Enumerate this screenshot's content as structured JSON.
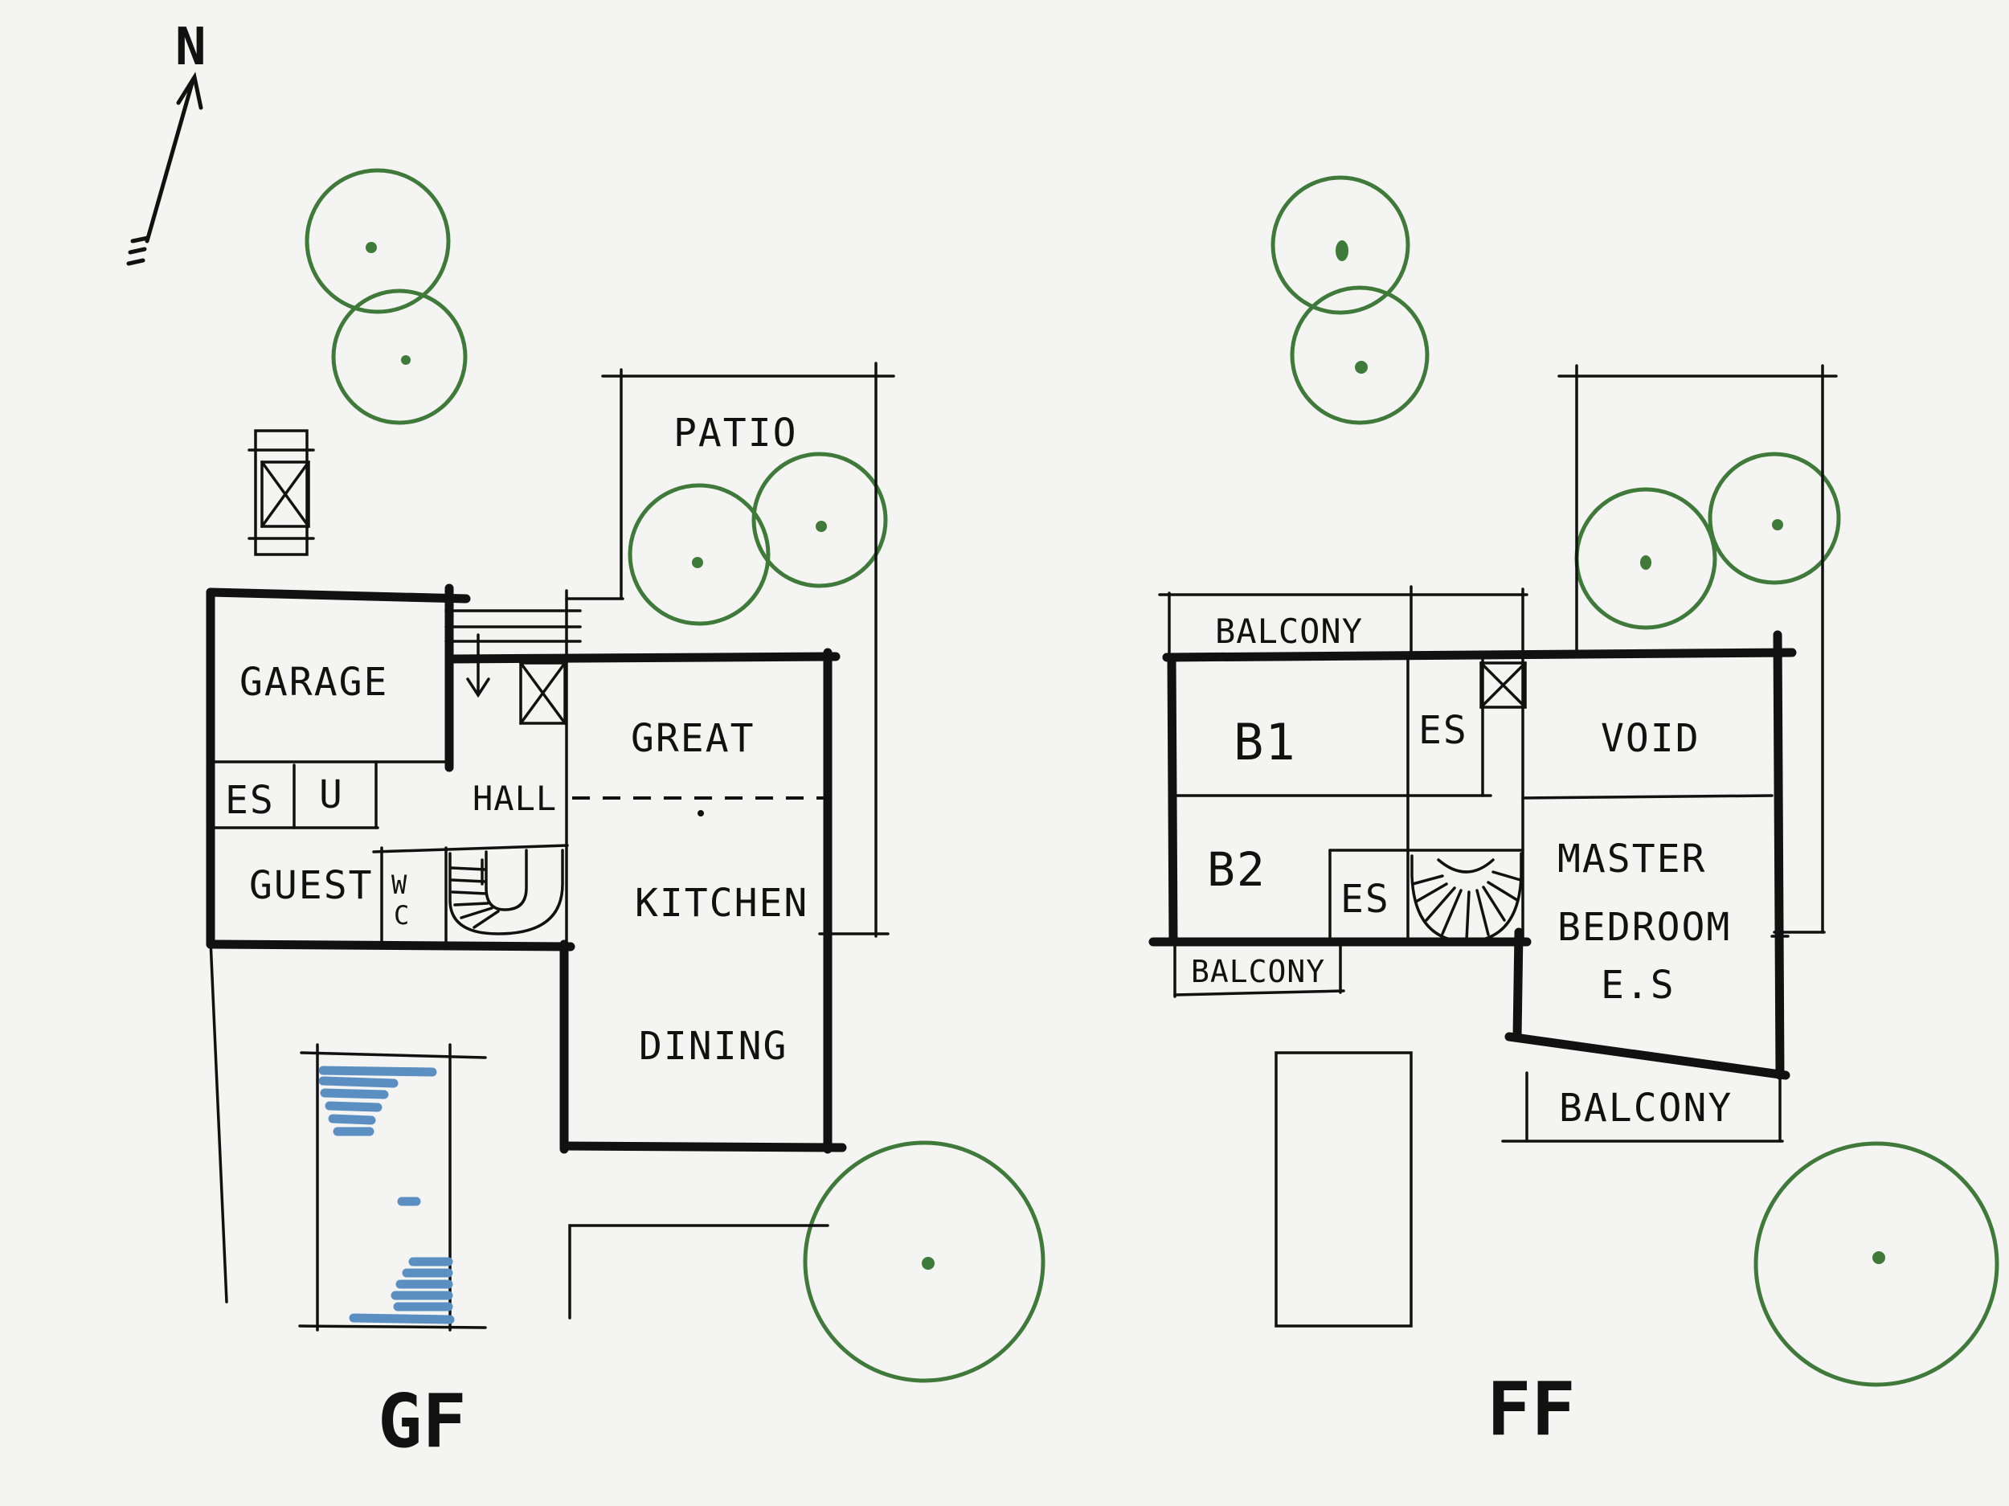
{
  "north": {
    "label": "N"
  },
  "ground_floor": {
    "title": "GF",
    "rooms": {
      "patio": "PATIO",
      "garage": "GARAGE",
      "es": "ES",
      "u": "U",
      "guest": "GUEST",
      "wc_w": "W",
      "wc_c": "C",
      "hall": "HALL",
      "great": "GREAT",
      "kitchen": "KITCHEN",
      "dining": "DINING"
    }
  },
  "first_floor": {
    "title": "FF",
    "rooms": {
      "balcony_top": "BALCONY",
      "b1": "B1",
      "es_top": "ES",
      "void": "VOID",
      "b2": "B2",
      "es_mid": "ES",
      "master_1": "MASTER",
      "master_2": "BEDROOM",
      "master_3": "E.S",
      "balcony_left": "BALCONY",
      "balcony_bottom": "BALCONY"
    }
  },
  "colors": {
    "ink": "#111111",
    "tree": "#3f7a3a",
    "pool": "#5b8fc2",
    "paper": "#f4f4f2"
  }
}
